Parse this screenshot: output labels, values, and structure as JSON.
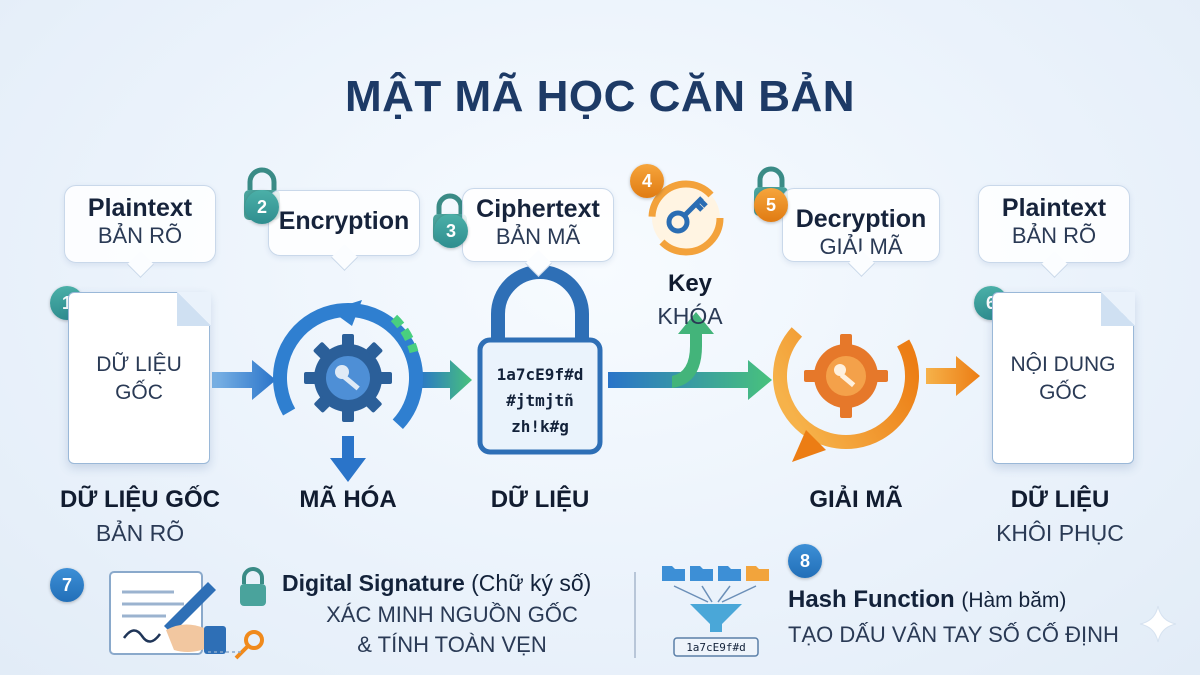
{
  "title": "MẬT MÃ HỌC CĂN BẢN",
  "steps": [
    {
      "badge": "1",
      "bubble_title": "Plaintext",
      "bubble_sub": "BẢN RÕ",
      "doc_text": [
        "DỮ LIỆU",
        "GỐC"
      ],
      "label_bold": "DỮ LIỆU GỐC",
      "label_normal": "BẢN RÕ"
    },
    {
      "badge": "2",
      "bubble_title": "Encryption",
      "label_bold": "MÃ HÓA"
    },
    {
      "badge": "3",
      "bubble_title": "Ciphertext",
      "bubble_sub": "BẢN MÃ",
      "cipher_lines": [
        "1a7cE9f#d",
        "#jtmjtñ",
        "zh!k#g"
      ],
      "label_bold": "DỮ LIỆU"
    },
    {
      "badge": "4",
      "key_title": "Key",
      "key_sub": "KHÓA"
    },
    {
      "badge": "5",
      "bubble_title": "Decryption",
      "bubble_sub": "GIẢI MÃ",
      "label_bold": "GIẢI MÃ"
    },
    {
      "badge": "6",
      "bubble_title": "Plaintext",
      "bubble_sub": "BẢN RÕ",
      "doc_text": [
        "NỘI DUNG",
        "GỐC"
      ],
      "label_bold": "DỮ LIỆU",
      "label_normal": "KHÔI PHỤC"
    }
  ],
  "bottom": {
    "signature": {
      "badge": "7",
      "title": "Digital Signature",
      "title_paren": "(Chữ ký số)",
      "line1": "XÁC MINH NGUỒN GỐC",
      "line2": "& TÍNH TOÀN VẸN"
    },
    "hash": {
      "badge": "8",
      "title": "Hash Function",
      "title_paren": "(Hàm băm)",
      "line1": "TẠO DẤU VÂN TAY SỐ CỐ ĐỊNH",
      "hash_value": "1a7cE9f#d"
    }
  },
  "colors": {
    "accent_blue": "#2a7fd0",
    "accent_green": "#3fbf7a",
    "accent_orange": "#f08a1c",
    "title": "#1d3a66"
  }
}
